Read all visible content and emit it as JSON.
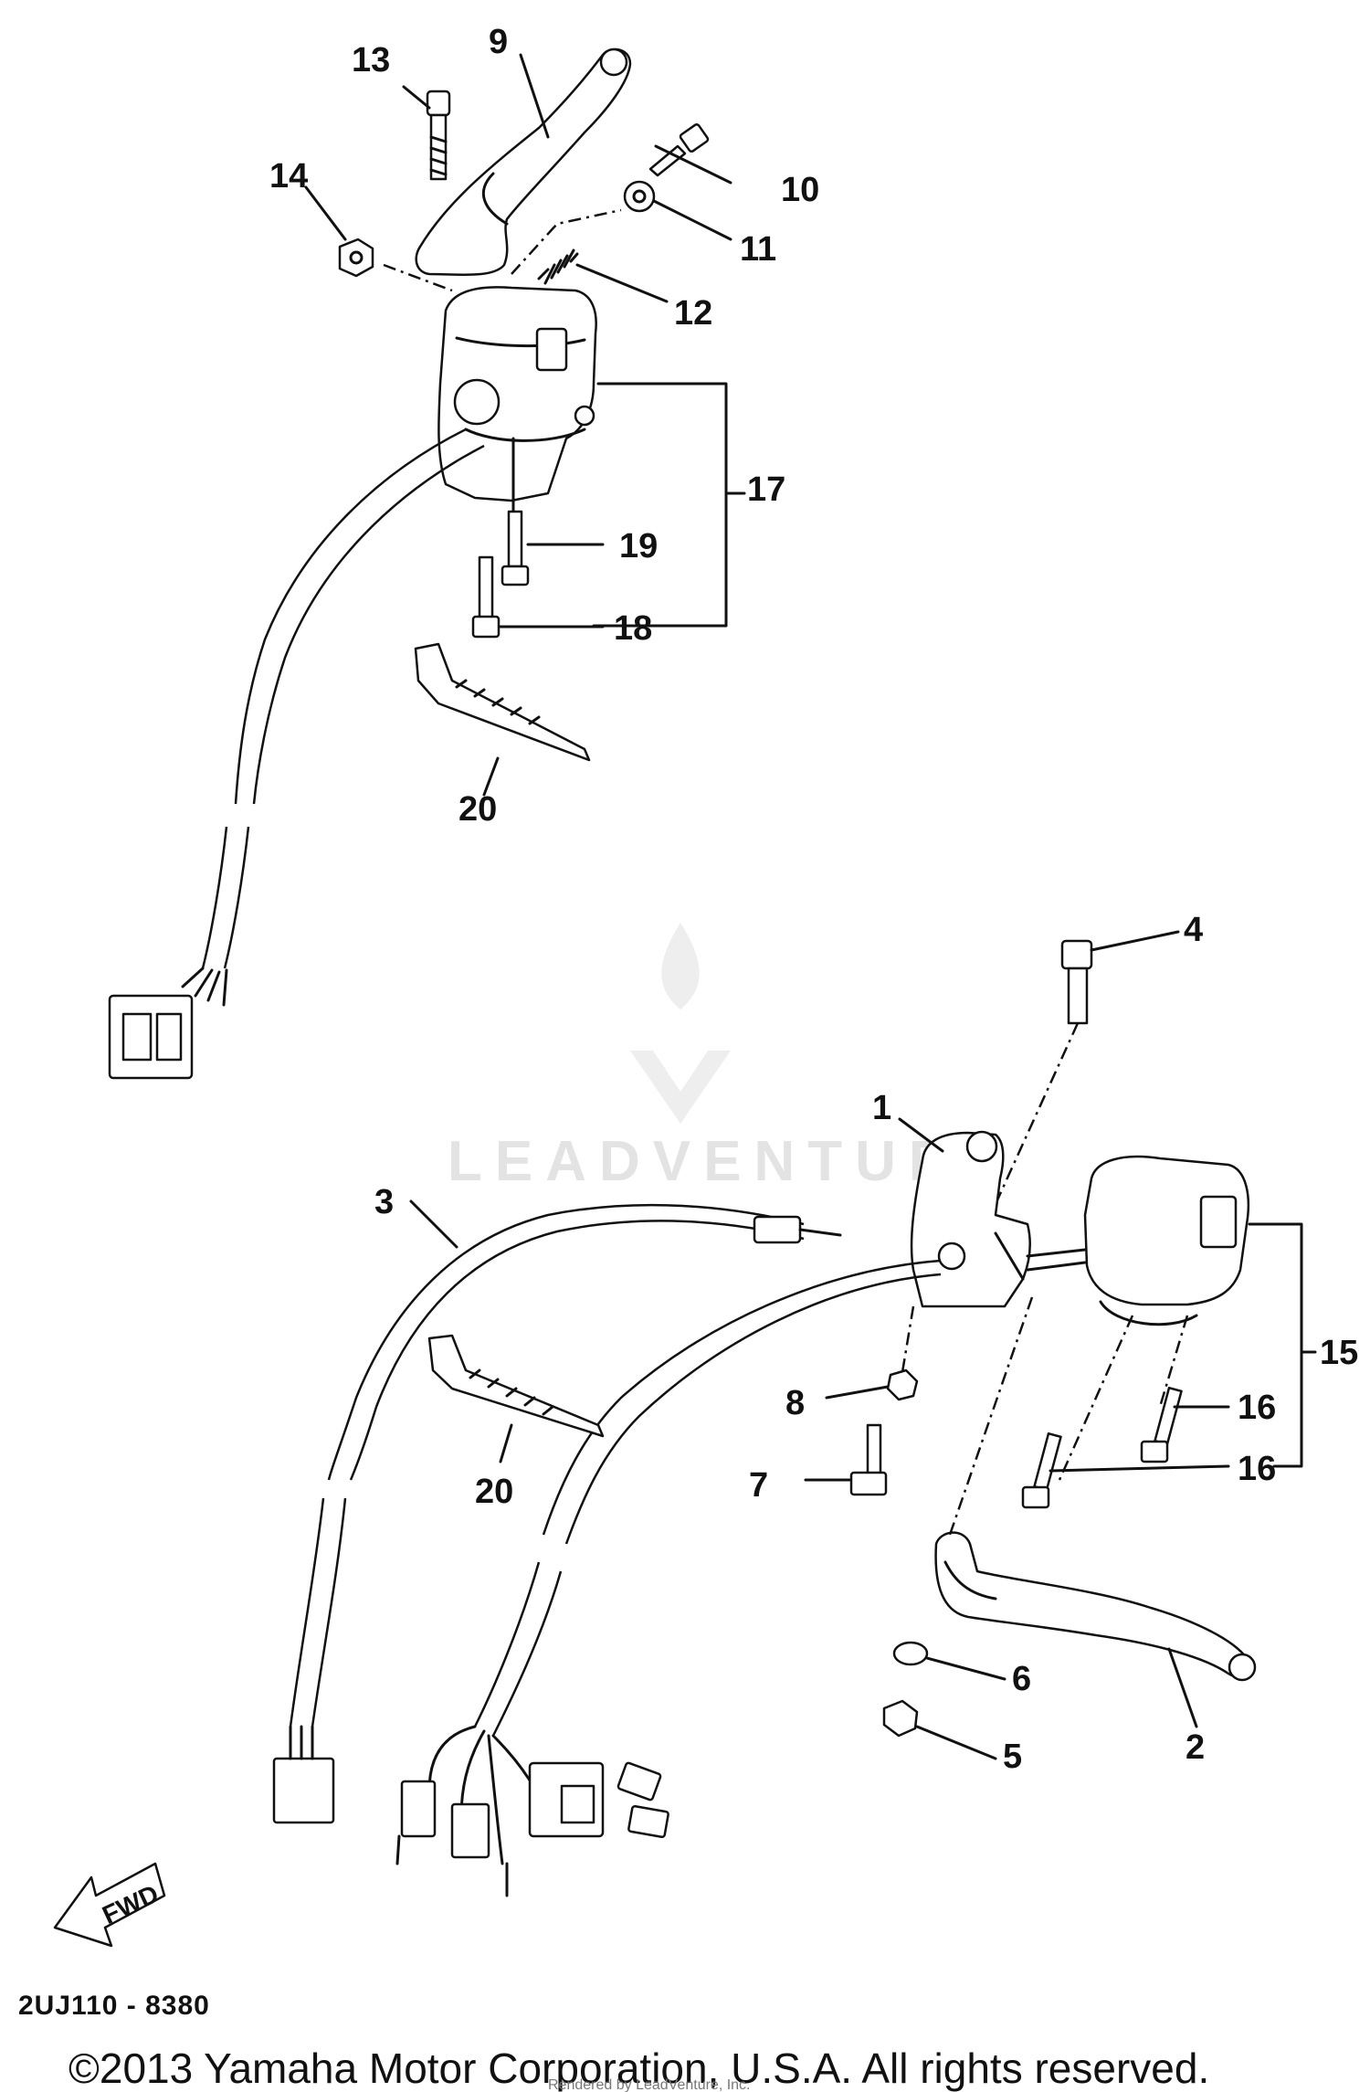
{
  "labels": {
    "l1": "1",
    "l2": "2",
    "l3": "3",
    "l4": "4",
    "l5": "5",
    "l6": "6",
    "l7": "7",
    "l8": "8",
    "l9": "9",
    "l10": "10",
    "l11": "11",
    "l12": "12",
    "l13": "13",
    "l14": "14",
    "l15": "15",
    "l16a": "16",
    "l16b": "16",
    "l17": "17",
    "l18": "18",
    "l19": "19",
    "l20a": "20",
    "l20b": "20"
  },
  "watermark": "LEADVENTURE",
  "fwd_arrow_text": "FWD",
  "diagram_code": "2UJ110 - 8380",
  "copyright": "©2013 Yamaha Motor Corporation, U.S.A. All rights reserved.",
  "rendered_by": "Rendered by LeadVenture, Inc."
}
